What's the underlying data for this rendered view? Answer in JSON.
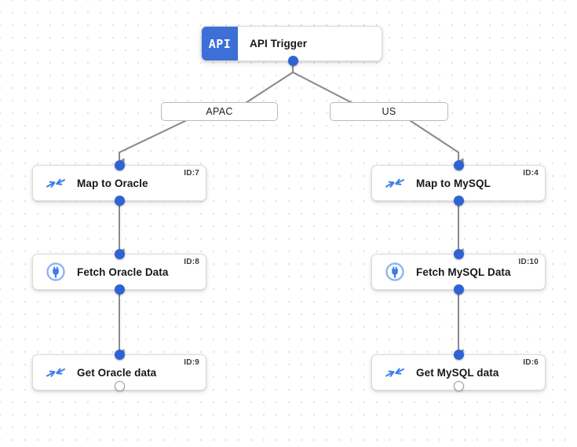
{
  "canvas": {
    "background_color": "#ffffff",
    "grid_dot_color": "#e2e2e4",
    "accent_color": "#2f63d4",
    "badge_color": "#3d6fd6",
    "edge_color": "#8a8b8f"
  },
  "trigger": {
    "badge_text": "API",
    "title": "API Trigger",
    "icon": "api-icon"
  },
  "branches": [
    {
      "label": "APAC"
    },
    {
      "label": "US"
    }
  ],
  "nodes": [
    {
      "title": "Map to Oracle",
      "id_label": "ID:7",
      "icon": "map-arrows-icon"
    },
    {
      "title": "Fetch Oracle Data",
      "id_label": "ID:8",
      "icon": "database-plug-icon"
    },
    {
      "title": "Get Oracle data",
      "id_label": "ID:9",
      "icon": "map-arrows-icon"
    },
    {
      "title": "Map to MySQL",
      "id_label": "ID:4",
      "icon": "map-arrows-icon"
    },
    {
      "title": "Fetch MySQL Data",
      "id_label": "ID:10",
      "icon": "database-plug-icon"
    },
    {
      "title": "Get MySQL data",
      "id_label": "ID:6",
      "icon": "map-arrows-icon"
    }
  ]
}
